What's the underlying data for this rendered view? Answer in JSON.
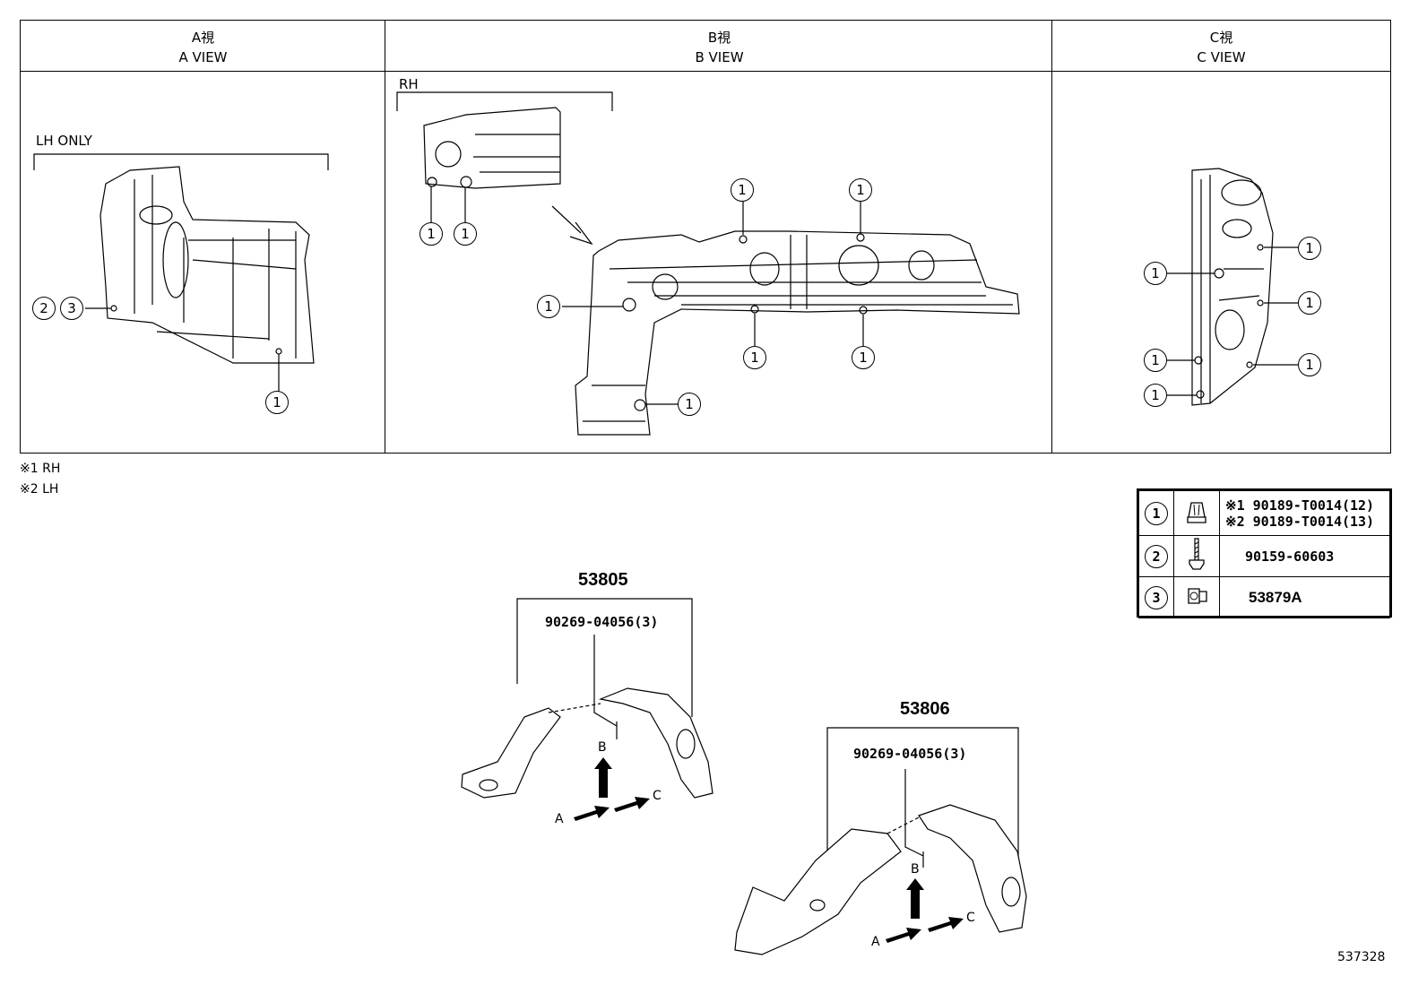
{
  "views": {
    "a": {
      "jp": "A視",
      "en": "A VIEW",
      "note": "LH ONLY"
    },
    "b": {
      "jp": "B視",
      "en": "B VIEW",
      "note": "RH"
    },
    "c": {
      "jp": "C視",
      "en": "C VIEW"
    }
  },
  "callout": {
    "one": "1",
    "two": "2",
    "three": "3"
  },
  "footnotes": {
    "f1": "※1 RH",
    "f2": "※2 LH"
  },
  "legend": {
    "rows": [
      {
        "num": "1",
        "icon": "clip-icon",
        "parts": [
          "※1 90189-T0014(12)",
          "※2 90189-T0014(13)"
        ]
      },
      {
        "num": "2",
        "icon": "screw-icon",
        "parts": [
          "90159-60603"
        ]
      },
      {
        "num": "3",
        "icon": "nut-icon",
        "parts": [
          "53879A"
        ]
      }
    ]
  },
  "assemblies": {
    "left": {
      "part": "53805",
      "fastener": "90269-04056(3)"
    },
    "right": {
      "part": "53806",
      "fastener": "90269-04056(3)"
    }
  },
  "arrows": {
    "a": "A",
    "b": "B",
    "c": "C"
  },
  "diagram_id": "537328"
}
